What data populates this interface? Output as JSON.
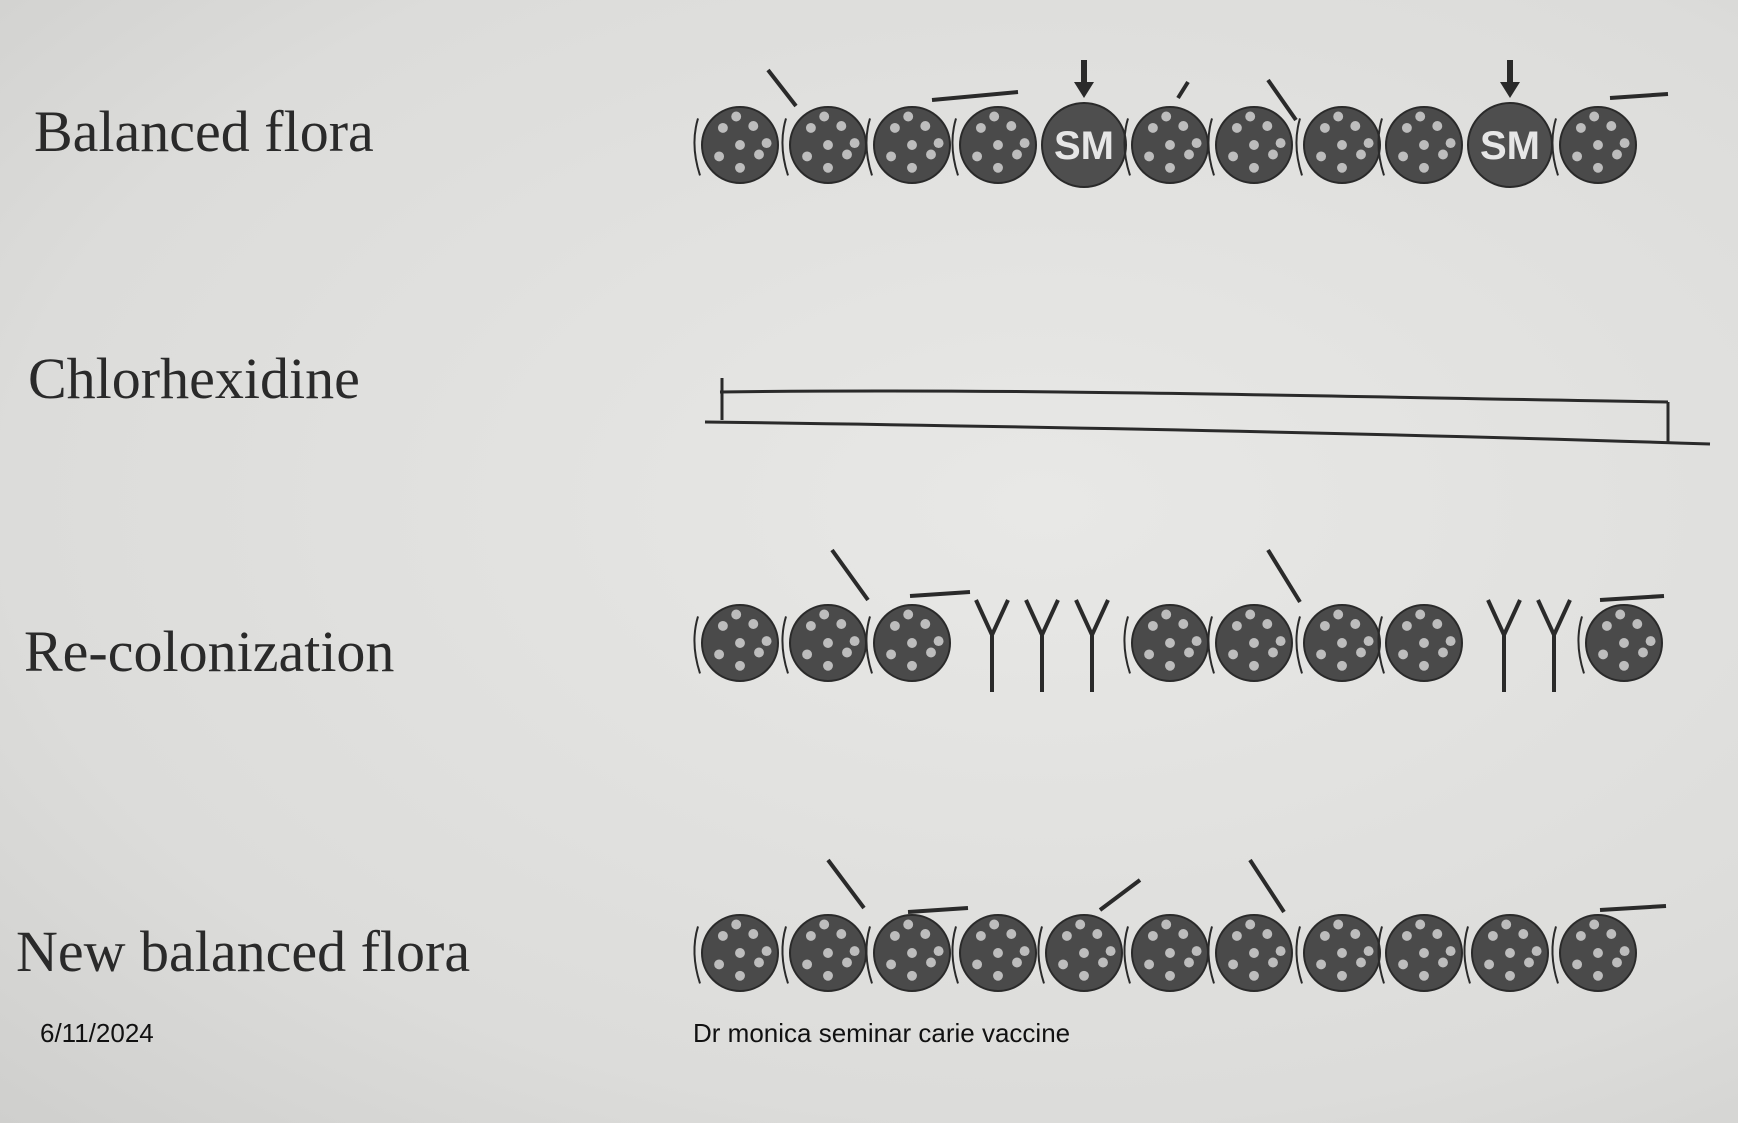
{
  "rows": [
    {
      "label": "Balanced flora",
      "sm_label": "SM"
    },
    {
      "label": "Chlorhexidine"
    },
    {
      "label": "Re-colonization"
    },
    {
      "label": "New balanced flora"
    }
  ],
  "footer": {
    "date": "6/11/2024",
    "caption": "Dr monica seminar carie vaccine"
  }
}
